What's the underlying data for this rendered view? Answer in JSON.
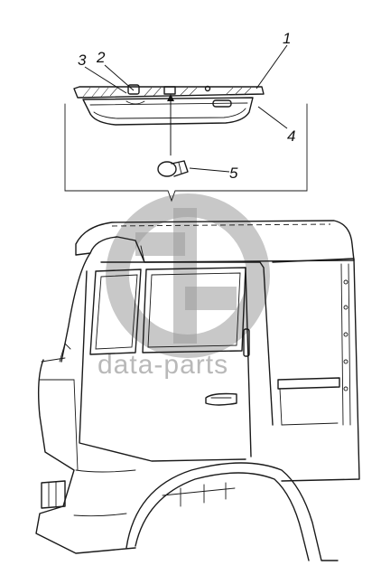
{
  "callouts": [
    "1",
    "2",
    "3",
    "4",
    "5"
  ],
  "watermark": {
    "text": "data-parts",
    "logo": "dp-circle-logo"
  }
}
